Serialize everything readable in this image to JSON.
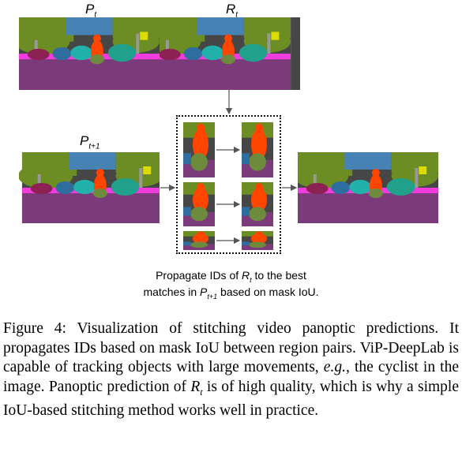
{
  "labels": {
    "p_t_base": "P",
    "p_t_sub": "t",
    "r_t_base": "R",
    "r_t_sub": "t",
    "p_t1_base": "P",
    "p_t1_sub": "t+1"
  },
  "propagate": {
    "line1_pre": "Propagate IDs of ",
    "line1_var": "R",
    "line1_sub": "t",
    "line1_post": " to the best",
    "line2_pre": "matches in ",
    "line2_var": "P",
    "line2_sub": "t+1",
    "line2_post": " based on mask IoU."
  },
  "caption": {
    "part1": "Figure 4: Visualization of stitching video panoptic predictions. It propagates IDs based on mask IoU between region pairs. ViP-DeepLab is capable of tracking objects with large movements, ",
    "eg": "e.g.",
    "part2": ", the cyclist in the image. Panoptic prediction of ",
    "rt_var": "R",
    "rt_sub": "t",
    "part3": " is of high quality, which is why a simple IoU-based stitching method works well in practice."
  },
  "colors": {
    "road": "#7b3b7a",
    "sidewalk": "#f03cdc",
    "vegetation": "#6b8d23",
    "sky": "#4682b4",
    "building": "#464646",
    "person": "#ff4500",
    "teal_car": "#21a08c",
    "pole": "#999999"
  }
}
